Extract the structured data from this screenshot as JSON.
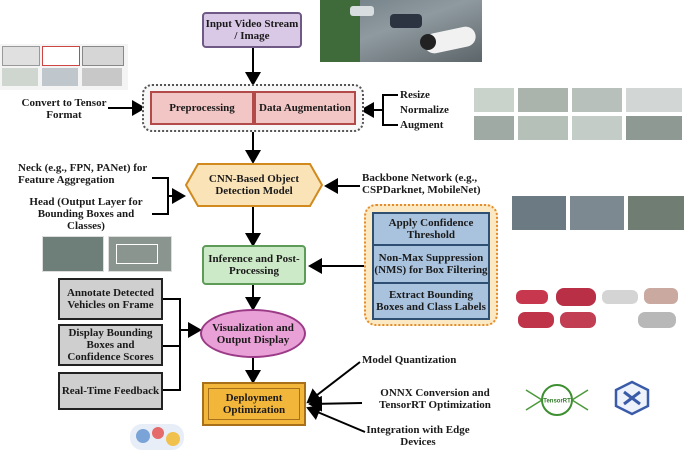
{
  "nodes": {
    "input": "Input Video Stream / Image",
    "preprocessing": "Preprocessing",
    "augmentation": "Data Augmentation",
    "cnn": "CNN-Based Object Detection Model",
    "inference": "Inference and Post-Processing",
    "visualization": "Visualization and Output Display",
    "deployment": "Deployment Optimization"
  },
  "side_labels": {
    "convert": "Convert to Tensor Format",
    "resize": "Resize",
    "normalize": "Normalize",
    "augment": "Augment",
    "neck": "Neck (e.g., FPN, PANet) for Feature Aggregation",
    "head": "Head (Output Layer for Bounding Boxes and Classes)",
    "backbone": "Backbone Network (e.g., CSPDarknet, MobileNet)"
  },
  "postprocess_steps": [
    "Apply Confidence Threshold",
    "Non-Max Suppression (NMS) for Box Filtering",
    "Extract Bounding Boxes and Class Labels"
  ],
  "output_steps": [
    "Annotate Detected Vehicles on Frame",
    "Display Bounding Boxes and Confidence Scores",
    "Real-Time Feedback"
  ],
  "deployment_steps": [
    "Model Quantization",
    "ONNX Conversion and TensorRT Optimization",
    "Integration with Edge Devices"
  ],
  "logos": {
    "tensorrt": "TensorRT"
  },
  "colors": {
    "input_fill": "#d9c8e6",
    "input_border": "#6f5a86",
    "pre_fill": "#f3c6c6",
    "pre_border": "#b34a4a",
    "cnn_fill": "#fbe3b8",
    "cnn_border": "#d08a1e",
    "inference_fill": "#cdeac8",
    "inference_border": "#5e9b59",
    "post_fill": "#a9c2dd",
    "post_border": "#2f4f72",
    "post_outer": "#e58b2b",
    "vis_fill": "#e9a0d6",
    "vis_border": "#9b3a86",
    "dep_fill": "#f2b63a",
    "dep_border": "#a9701a",
    "gray_fill": "#cfcfcf"
  }
}
